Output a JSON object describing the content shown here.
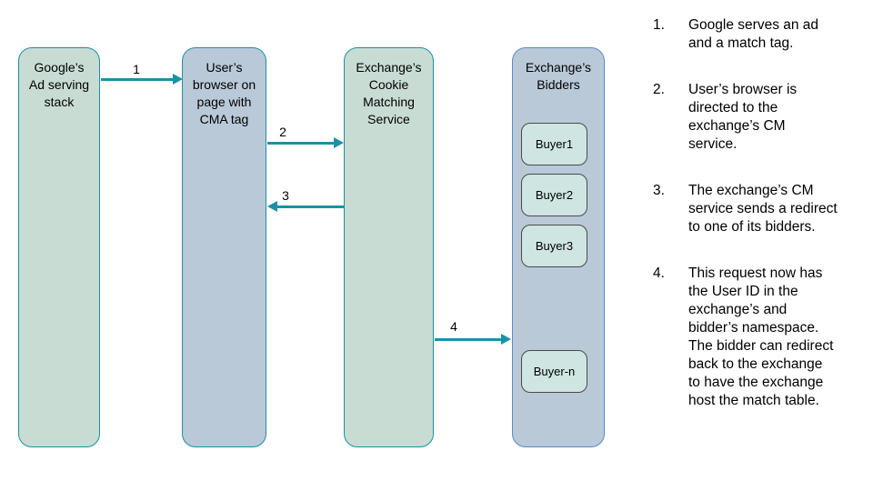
{
  "diagram": {
    "nodes": {
      "google": {
        "label": "Google’s\nAd serving\nstack"
      },
      "browser": {
        "label": "User’s\nbrowser on\npage with\nCMA tag"
      },
      "cms": {
        "label": "Exchange’s\nCookie\nMatching\nService"
      },
      "bidders": {
        "label": "Exchange’s\nBidders"
      }
    },
    "buyers": [
      "Buyer1",
      "Buyer2",
      "Buyer3",
      "Buyer-n"
    ],
    "arrows": [
      {
        "number": "1",
        "from": "google",
        "to": "browser",
        "direction": "right"
      },
      {
        "number": "2",
        "from": "browser",
        "to": "cms",
        "direction": "right"
      },
      {
        "number": "3",
        "from": "cms",
        "to": "browser",
        "direction": "left"
      },
      {
        "number": "4",
        "from": "cms",
        "to": "bidders",
        "direction": "right"
      }
    ],
    "colors": {
      "node_green_fill": "#c8dcd4",
      "node_blue_fill": "#b9c9d8",
      "teal_border": "#1d8fa3",
      "bidders_border": "#5a8ac6",
      "buyer_fill": "#cee5e1",
      "buyer_border": "#4a4a4a",
      "arrow": "#1b91a6"
    }
  },
  "steps": [
    {
      "number": "1.",
      "text": "Google serves an ad and a match tag."
    },
    {
      "number": "2.",
      "text": "User’s browser is directed to the exchange’s CM service."
    },
    {
      "number": "3.",
      "text": "The exchange’s CM service sends a redirect to one of its bidders."
    },
    {
      "number": "4.",
      "text": "This request now has the User ID in the exchange’s and bidder’s namespace. The bidder can redirect back to the exchange to have the exchange host the match table."
    }
  ]
}
